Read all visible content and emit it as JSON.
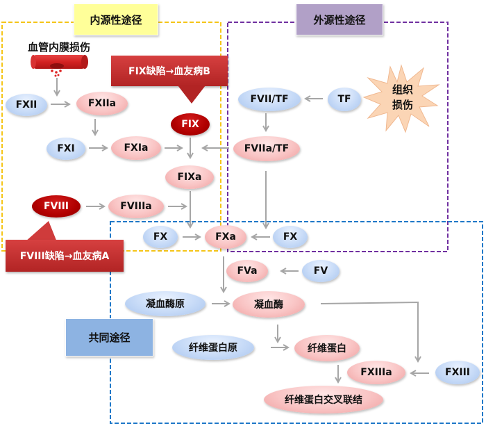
{
  "diagram": {
    "pathways": {
      "intrinsic": {
        "title": "内源性途径",
        "border_color": "#f5c518",
        "title_bg": "#ffff99"
      },
      "extrinsic": {
        "title": "外源性途径",
        "border_color": "#7030a0",
        "title_bg": "#b1a0c7"
      },
      "common": {
        "title": "共同途径",
        "border_color": "#1f78c8",
        "title_bg": "#8db3e2"
      }
    },
    "triggers": {
      "vessel_injury": "血管内膜损伤",
      "tissue_injury_line1": "组织",
      "tissue_injury_line2": "损伤"
    },
    "callouts": {
      "fix_deficiency": "FIX缺陷→血友病B",
      "fviii_deficiency": "FVIII缺陷→血友病A"
    },
    "nodes": {
      "fxii": "FXII",
      "fxiia": "FXIIa",
      "fxi": "FXI",
      "fxia": "FXIa",
      "fix": "FIX",
      "fixa": "FIXa",
      "fviii": "FVIII",
      "fviiia": "FVIIIa",
      "fvii_tf": "FVII/TF",
      "tf": "TF",
      "fviia_tf": "FVIIa/TF",
      "fx_left": "FX",
      "fxa": "FXa",
      "fx_right": "FX",
      "fva": "FVa",
      "fv": "FV",
      "prothrombin": "凝血酶原",
      "thrombin": "凝血酶",
      "fibrinogen": "纤维蛋白原",
      "fibrin": "纤维蛋白",
      "fxiiia": "FXIIIa",
      "fxiii": "FXIII",
      "crosslinked_fibrin": "纤维蛋白交叉联结"
    },
    "colors": {
      "zymogen": "#c6daf7",
      "activated": "#f9c4c4",
      "deficient": "#b00000",
      "arrow": "#a6a6a6",
      "callout": "#c0302f",
      "starburst": "#fbd5b5"
    }
  }
}
